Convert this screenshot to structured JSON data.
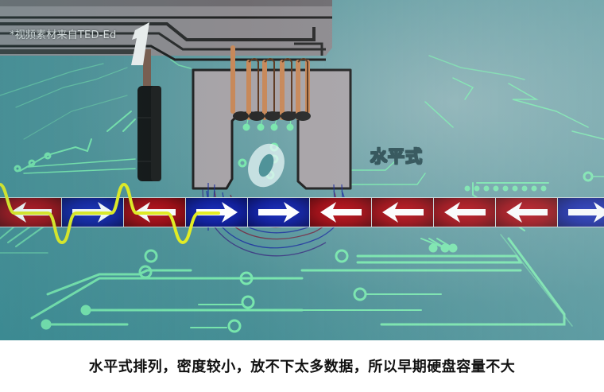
{
  "video_frame": {
    "watermark": "*视频素材来自TED-Ed",
    "scene_label": "水平式",
    "head_letter": "0",
    "counter_digit": "1",
    "magnetic_strip": {
      "segments": [
        {
          "color": "red",
          "direction": "left"
        },
        {
          "color": "blue",
          "direction": "right"
        },
        {
          "color": "red",
          "direction": "left"
        },
        {
          "color": "blue",
          "direction": "right"
        },
        {
          "color": "blue",
          "direction": "right"
        },
        {
          "color": "red",
          "direction": "left"
        },
        {
          "color": "red",
          "direction": "left"
        },
        {
          "color": "red",
          "direction": "left"
        },
        {
          "color": "red",
          "direction": "left"
        },
        {
          "color": "blue",
          "direction": "right"
        }
      ]
    },
    "colors": {
      "background": "#4f9298",
      "circuit_trace": "#7ef0b0",
      "signal_wave": "#e8f020",
      "red_domain": "#9a0a12",
      "blue_domain": "#11209a",
      "coil": "#c8895a",
      "head_body": "#a9a4a8"
    }
  },
  "subtitle": "水平式排列，密度较小，放不下太多数据，所以早期硬盘容量不大"
}
